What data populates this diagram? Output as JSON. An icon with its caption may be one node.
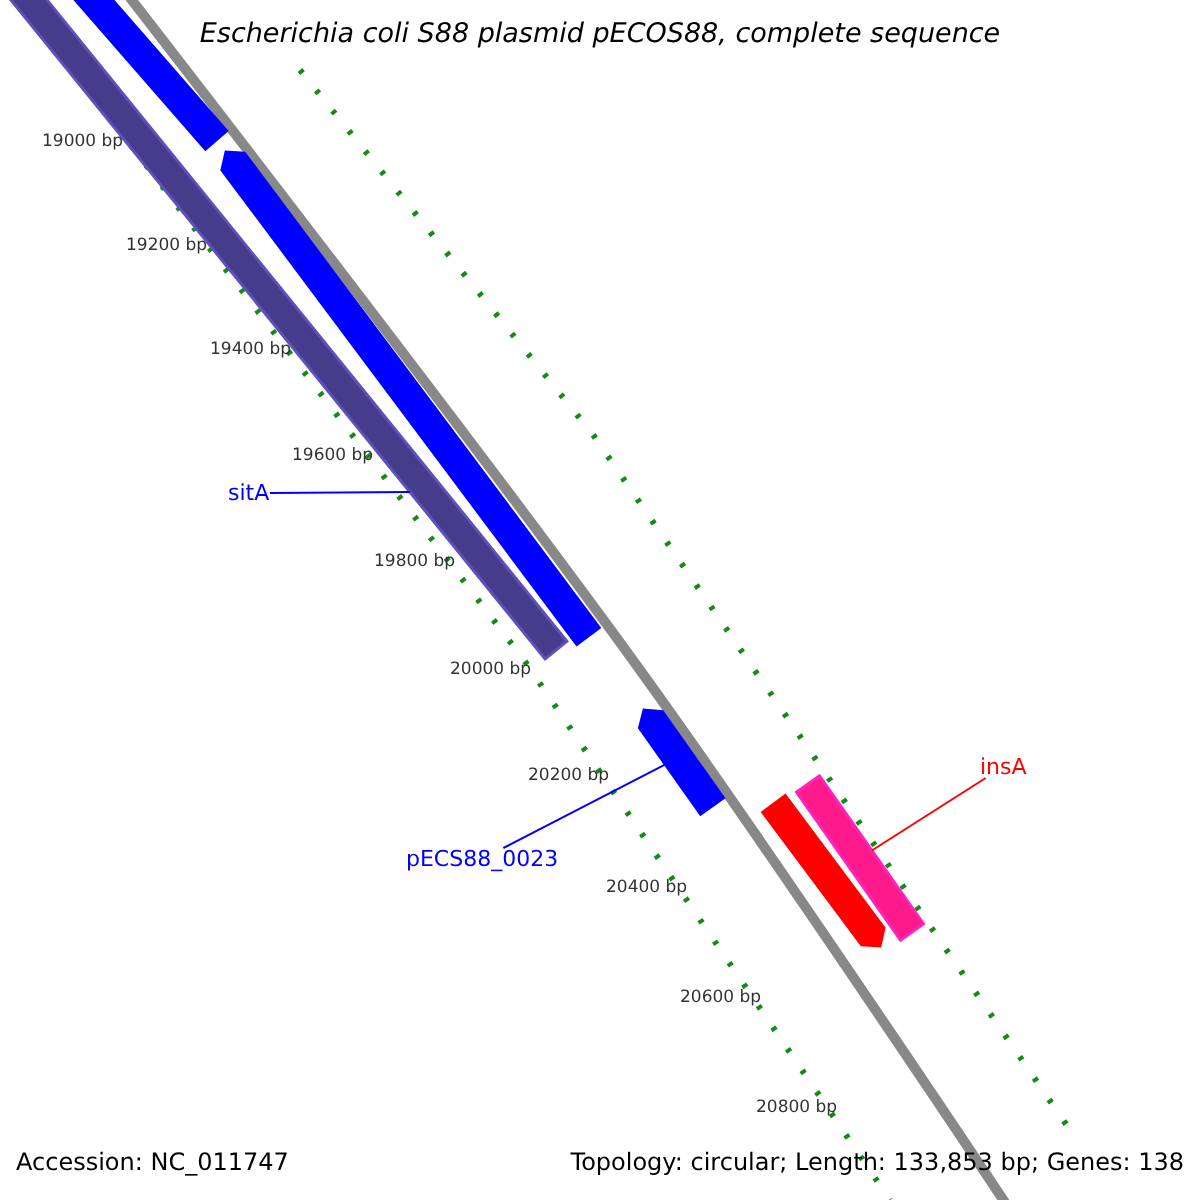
{
  "diagram": {
    "title": "Escherichia coli S88 plasmid pECOS88, complete sequence",
    "nodes": [
      {
        "text": [
          "sitA"
        ]
      },
      {
        "text": [
          "pECS88_0023"
        ]
      },
      {
        "text": [
          "insA"
        ]
      },
      {
        "text": [],
        "shape": "bar"
      },
      {
        "text": [],
        "shape": "bar"
      },
      {
        "text": [],
        "shape": "bar"
      },
      {
        "text": [],
        "shape": "bar"
      },
      {
        "text": [],
        "shape": "bar"
      },
      {
        "text": [],
        "shape": "bar"
      }
    ],
    "edges": [
      {
        "from": 0,
        "to": 3,
        "arrow": "none",
        "color": "#0000ff"
      },
      {
        "from": 1,
        "to": 6,
        "arrow": "none",
        "color": "#0000ff"
      },
      {
        "from": 2,
        "to": 8,
        "arrow": "none",
        "color": "#ff0000"
      }
    ],
    "labels": [
      "19000 bp",
      "19200 bp",
      "19400 bp",
      "19600 bp",
      "19800 bp",
      "20000 bp",
      "20200 bp",
      "20400 bp",
      "20600 bp",
      "20800 bp",
      "Accession: NC_011747",
      "Topology: circular; Length: 133,853 bp; Genes: 138"
    ]
  }
}
